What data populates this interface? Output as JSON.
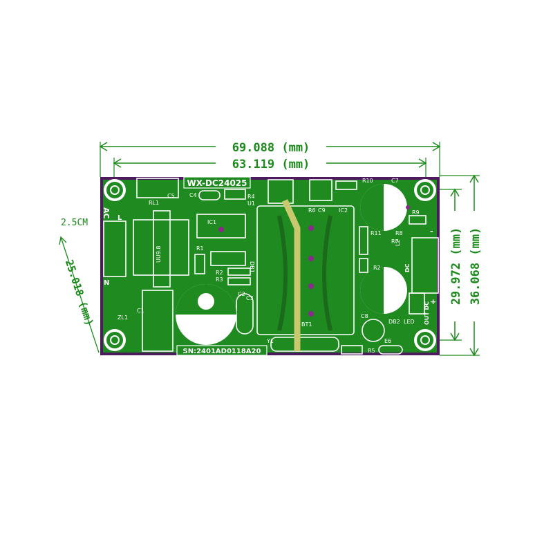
{
  "dimensions": {
    "outer_width": "69.088 (mm)",
    "inner_width": "63.119 (mm)",
    "inner_height": "29.972 (mm)",
    "outer_height": "36.068 (mm)",
    "hole_diag": "25.018 (mm)",
    "hole_size": "2.5CM"
  },
  "board": {
    "model": "WX-DC24025",
    "serial": "SN:2401AD0118A20"
  },
  "labels": {
    "rl1": "RL1",
    "c5": "C5",
    "c4": "C4",
    "r4": "R4",
    "u1": "U1",
    "ic1": "IC1",
    "r1": "R1",
    "r2": "R2",
    "r3": "R3",
    "db1": "DB1",
    "c2": "C2",
    "c3": "C3",
    "c1": "C1",
    "zl1": "ZL1",
    "y1": "Y1",
    "r10": "R10",
    "c7": "C7",
    "r6": "R6",
    "c9": "C9",
    "ic2": "IC2",
    "r9": "R9",
    "r11": "R11",
    "r8": "R8",
    "r7": "R7",
    "l2": "L2",
    "c8": "C8",
    "db2": "DB2",
    "led": "LED",
    "e6": "E6",
    "r5": "R5",
    "bt1": "BT1",
    "uu98": "UU9.8",
    "ac": "AC",
    "l": "L",
    "n": "N",
    "out_dc": "OUT DC",
    "plus": "+",
    "minus": "-",
    "dc": "DC"
  }
}
